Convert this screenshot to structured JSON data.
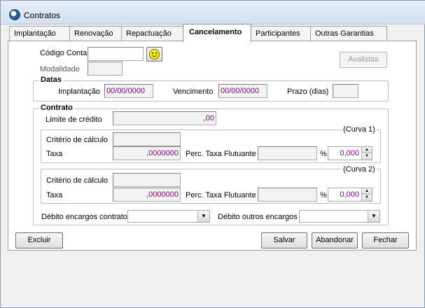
{
  "window": {
    "title": "Contratos"
  },
  "tabs": [
    {
      "label": "Implantação"
    },
    {
      "label": "Renovação"
    },
    {
      "label": "Repactuação"
    },
    {
      "label": "Cancelamento"
    },
    {
      "label": "Participantes"
    },
    {
      "label": "Outras Garantias"
    }
  ],
  "form": {
    "codigo_conta_label": "Código Conta",
    "codigo_conta_value": "",
    "modalidade_label": "Modalidade",
    "modalidade_value": "",
    "avalistas_label": "Avalistas"
  },
  "datas": {
    "title": "Datas",
    "implantacao_label": "Implantação",
    "implantacao_value": "00/00/0000",
    "vencimento_label": "Vencimento",
    "vencimento_value": "00/00/0000",
    "prazo_label": "Prazo (dias)",
    "prazo_value": ""
  },
  "contrato": {
    "title": "Contrato",
    "limite_label": "Limite de crédito",
    "limite_value": ",00",
    "curva1": {
      "title": "(Curva 1)",
      "criterio_label": "Critério de cálculo",
      "criterio_value": "",
      "taxa_label": "Taxa",
      "taxa_value": ",0000000",
      "perc_label": "Perc. Taxa Flutuante",
      "perc_value": "",
      "percent_sign": "%",
      "spin_value": "0,000"
    },
    "curva2": {
      "title": "(Curva 2)",
      "criterio_label": "Critério de cálculo",
      "criterio_value": "",
      "taxa_label": "Taxa",
      "taxa_value": ",0000000",
      "perc_label": "Perc. Taxa Flutuante",
      "perc_value": "",
      "percent_sign": "%",
      "spin_value": "0,000"
    },
    "debito_contrato_label": "Débito encargos contrato",
    "debito_contrato_value": "",
    "debito_outros_label": "Débito outros encargos",
    "debito_outros_value": ""
  },
  "buttons": {
    "excluir": "Excluir",
    "salvar": "Salvar",
    "abandonar": "Abandonar",
    "fechar": "Fechar"
  },
  "icons": {
    "app": "app-globe-icon",
    "smiley": "smiley-icon",
    "dropdown": "chevron-down-icon",
    "spin_up": "spin-up-icon",
    "spin_down": "spin-down-icon"
  }
}
